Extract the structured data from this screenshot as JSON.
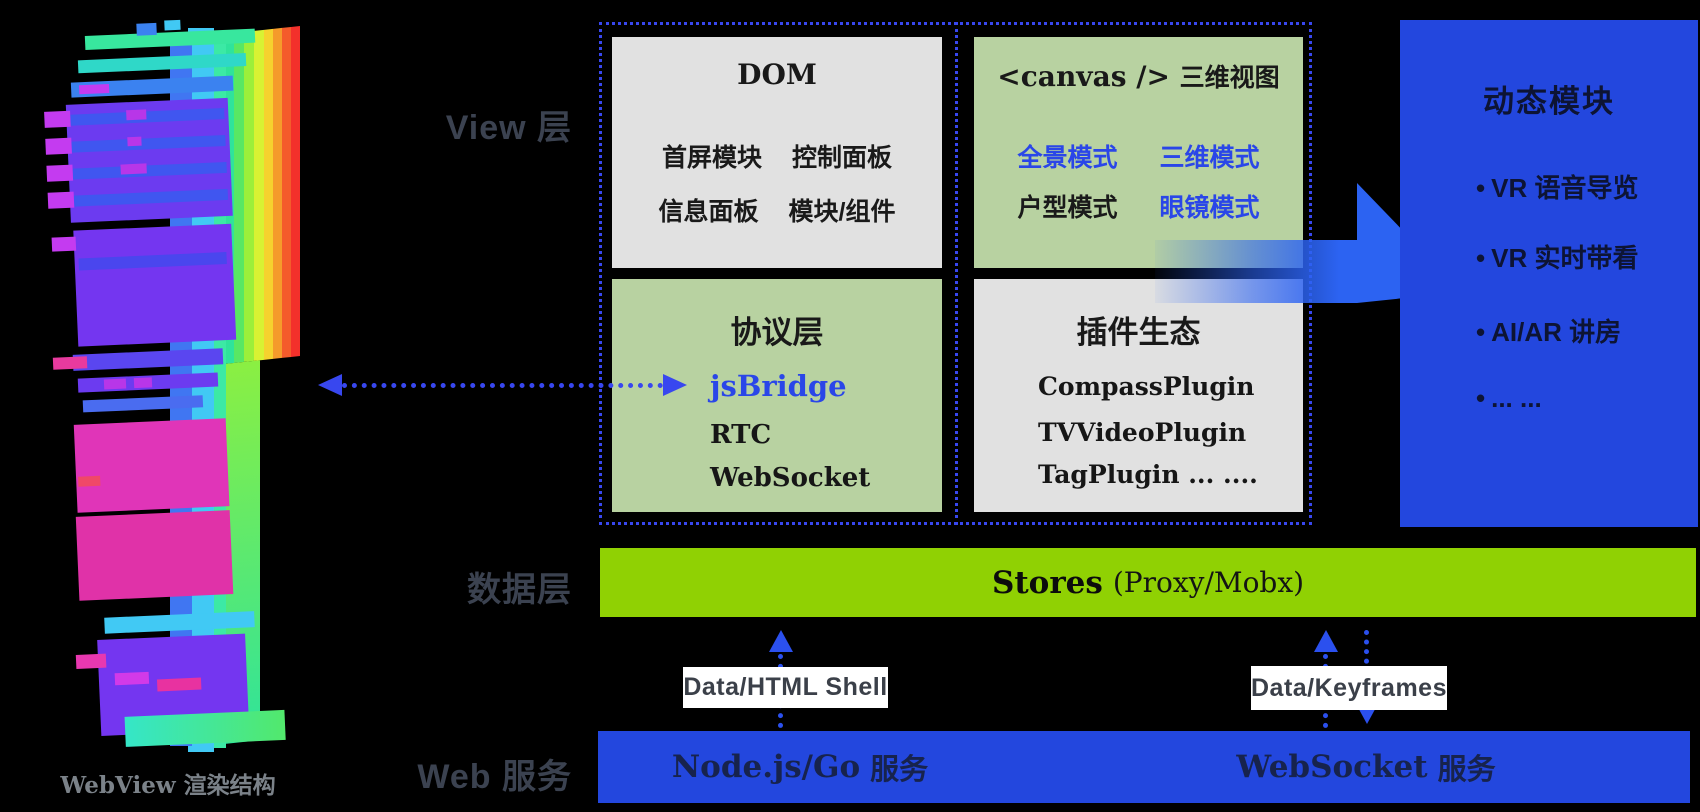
{
  "labels": {
    "view_layer": "View 层",
    "data_layer": "数据层",
    "web_service": "Web 服务",
    "viz_caption": "WebView 渲染结构"
  },
  "view": {
    "dom": {
      "title": "DOM",
      "items": [
        "首屏模块",
        "控制面板",
        "信息面板",
        "模块/组件"
      ]
    },
    "canvas": {
      "title_code": "<canvas />",
      "title_suffix": "三维视图",
      "items": [
        "全景模式",
        "三维模式",
        "户型模式",
        "眼镜模式"
      ]
    },
    "protocol": {
      "title": "协议层",
      "items": [
        "jsBridge",
        "RTC",
        "WebSocket"
      ]
    },
    "plugins": {
      "title": "插件生态",
      "items": [
        "CompassPlugin",
        "TVVideoPlugin",
        "TagPlugin ... ...."
      ]
    }
  },
  "dynamic_box": {
    "title": "动态模块",
    "items": [
      "VR 语音导览",
      "VR 实时带看",
      "AI/AR 讲房",
      "... ..."
    ]
  },
  "stores_bar": {
    "strong": "Stores",
    "rest": "(Proxy/Mobx)"
  },
  "flow_labels": {
    "left": "Data/HTML Shell",
    "right": "Data/Keyframes"
  },
  "service_bar": {
    "node_latin": "Node.js/Go",
    "node_cjk": "服务",
    "ws_latin": "WebSocket",
    "ws_cjk": "服务"
  },
  "colors": {
    "background": "#000000",
    "dotted_border": "#3847ef",
    "gray_box": "#e1e1e1",
    "green_box": "#b8d2a1",
    "blue_box": "#2347de",
    "stores_green": "#90d103",
    "highlight_blue": "#2a46e8",
    "arrow_blue": "#2c63f2",
    "dark_navy_text": "#0d1434"
  }
}
